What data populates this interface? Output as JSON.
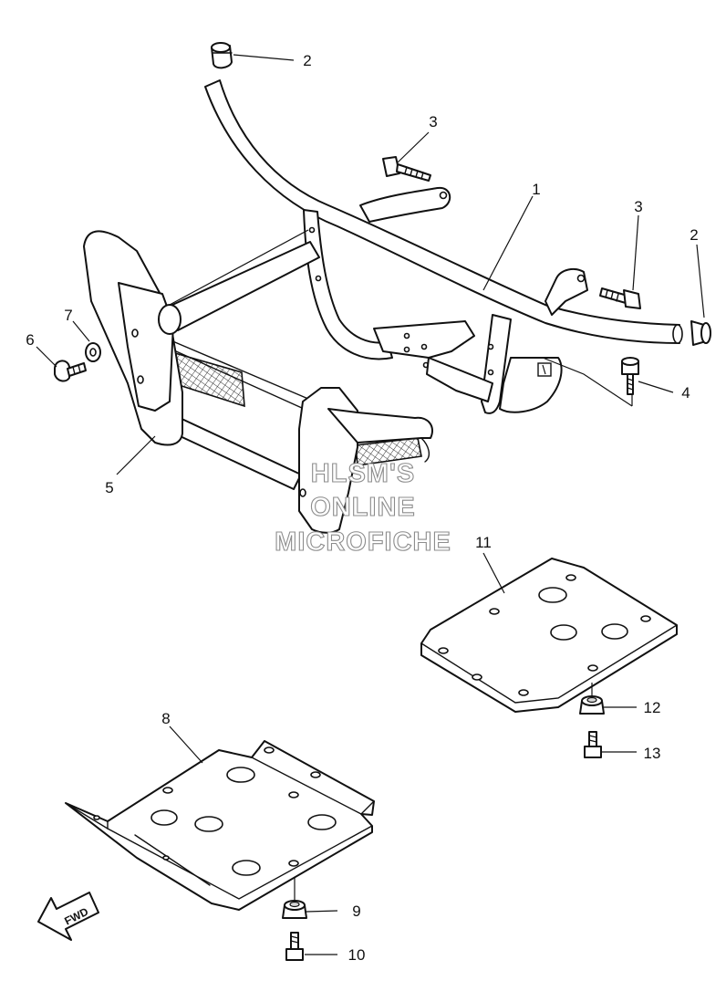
{
  "callouts": {
    "c1": "1",
    "c2_left": "2",
    "c2_right": "2",
    "c3_left": "3",
    "c3_right": "3",
    "c4": "4",
    "c5": "5",
    "c6": "6",
    "c7": "7",
    "c8": "8",
    "c9": "9",
    "c10": "10",
    "c11": "11",
    "c12": "12",
    "c13": "13"
  },
  "watermark": {
    "line1": "HLSM'S",
    "line2": "ONLINE",
    "line3": "MICROFICHE"
  },
  "direction_arrow": {
    "label": "FWD"
  },
  "colors": {
    "line": "#111111",
    "background": "#ffffff",
    "watermark_outline": "#8c8c8c"
  }
}
